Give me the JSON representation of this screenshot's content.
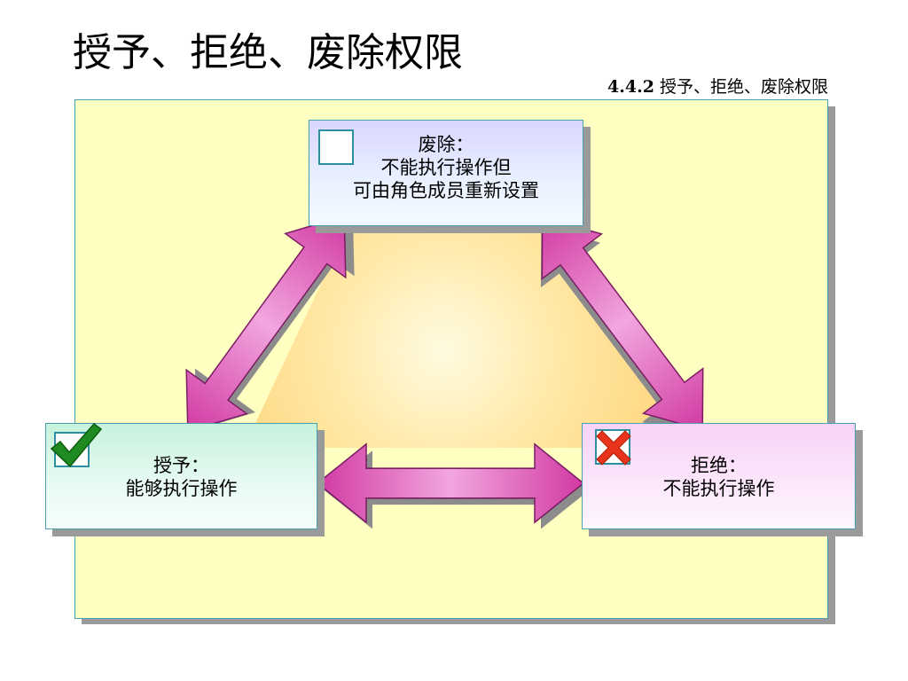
{
  "slide": {
    "title": "授予、拒绝、废除权限",
    "section_number": "4.4.2",
    "section_title": "授予、拒绝、废除权限"
  },
  "boxes": {
    "revoke": {
      "heading": "废除：",
      "line1": "不能执行操作但",
      "line2": "可由角色成员重新设置",
      "color": "#dcd9ff"
    },
    "grant": {
      "heading": "授予：",
      "line1": "能够执行操作",
      "color": "#c9f3de"
    },
    "deny": {
      "heading": "拒绝：",
      "line1": "不能执行操作",
      "color": "#f8d4f7"
    }
  },
  "colors": {
    "panel": "#ffffc2",
    "arrow": "#e070c8",
    "check_mark": "#1f8a1f",
    "cross_mark": "#e8341c"
  },
  "icons": [
    "empty-checkbox-icon",
    "check-mark-icon",
    "cross-mark-icon"
  ]
}
